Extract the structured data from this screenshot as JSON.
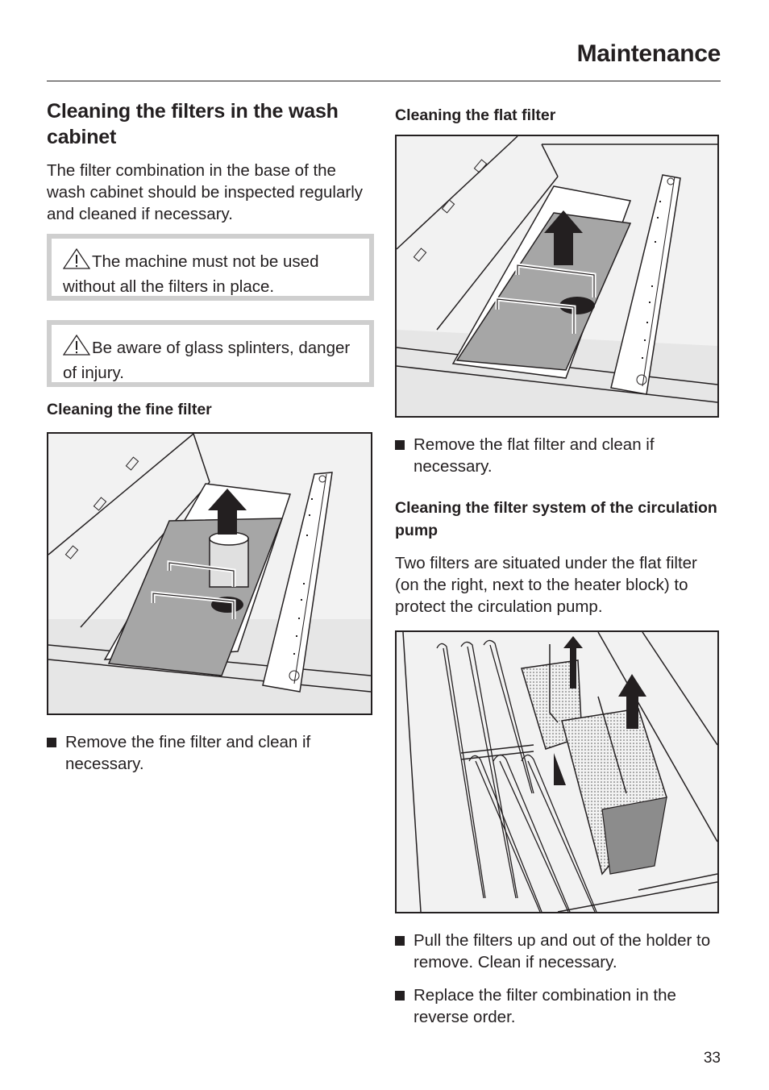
{
  "header": {
    "title": "Maintenance"
  },
  "left": {
    "heading": "Cleaning the filters in the wash cabinet",
    "intro": "The filter combination in the base of the wash cabinet should be inspected regularly and cleaned if necessary.",
    "warnings": [
      {
        "text": "The machine must not be used without all the filters in place."
      },
      {
        "text": "Be aware of glass splinters, danger of injury."
      }
    ],
    "fine_filter": {
      "heading": "Cleaning the fine filter",
      "bullet": "Remove the fine filter and clean if necessary."
    }
  },
  "right": {
    "flat_filter": {
      "heading": "Cleaning the flat filter",
      "bullet": "Remove the flat filter and clean if necessary."
    },
    "pump_filter": {
      "heading": "Cleaning the filter system of the circulation pump",
      "intro": "Two filters are situated under the flat filter (on the right, next to the heater block) to protect the circulation pump.",
      "bullets": [
        "Pull the filters up and out of the holder to remove. Clean if necessary.",
        "Replace the filter combination in the reverse order."
      ]
    }
  },
  "footer": {
    "page_number": "33"
  },
  "icons": {
    "warning": "warning-triangle-icon",
    "bullet": "square-bullet-icon"
  },
  "colors": {
    "text": "#231f20",
    "box_border": "#cfcfcf",
    "filter_grey": "#a6a6a6"
  }
}
